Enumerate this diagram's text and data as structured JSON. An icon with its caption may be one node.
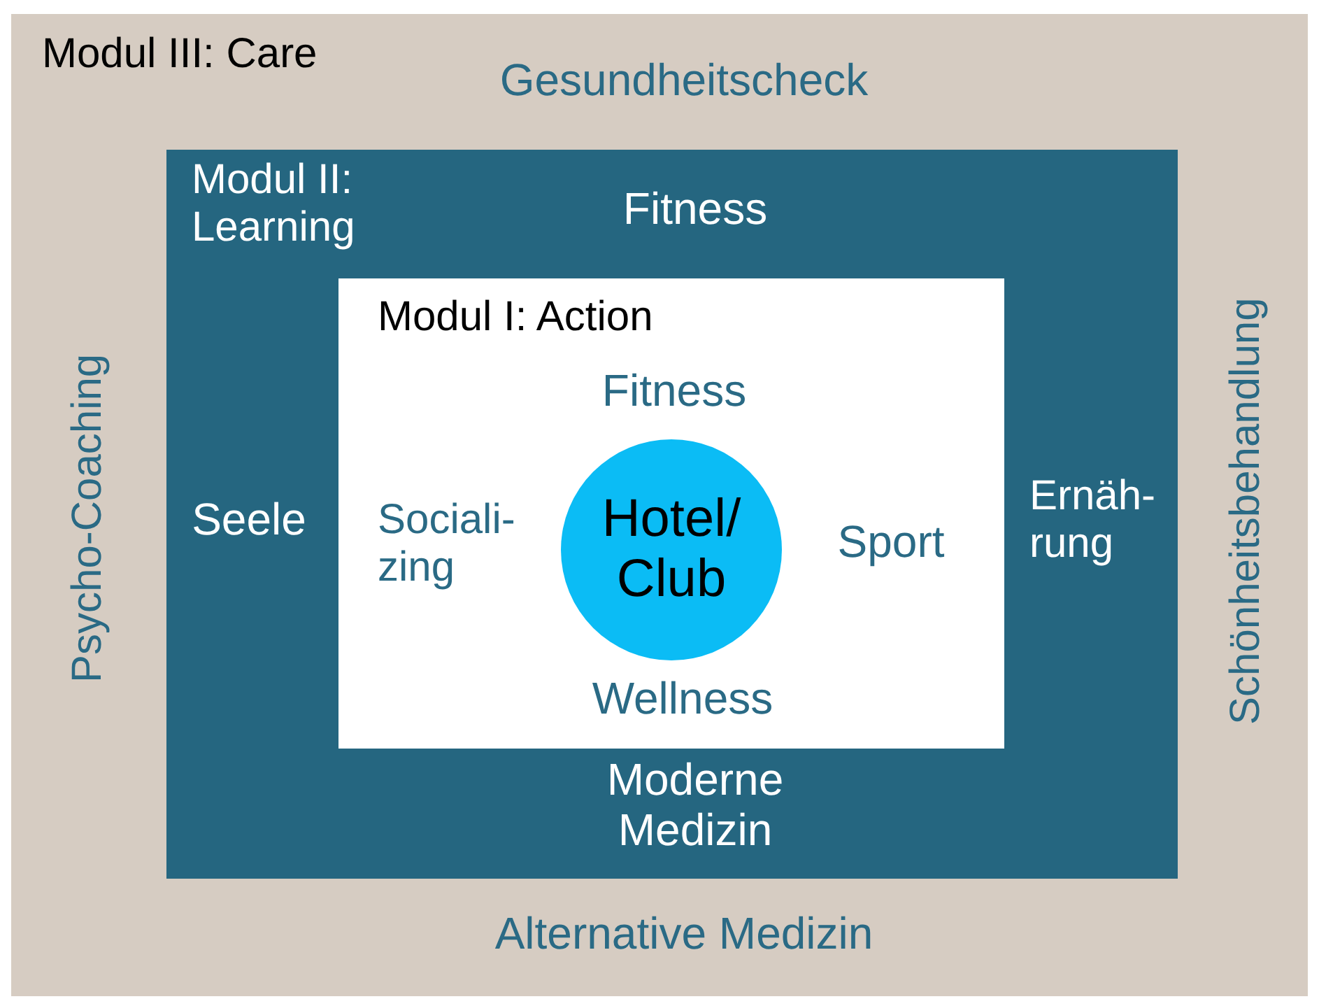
{
  "diagram": {
    "nodes": [
      {
        "text": [
          "Modul III: Care",
          "Gesundheitscheck",
          "Psycho-Coaching",
          "Schönheitsbehandlung",
          "Alternative Medizin"
        ]
      },
      {
        "text": [
          "Modul II: Learning",
          "Fitness",
          "Seele",
          "Ernäh- rung",
          "Moderne Medizin"
        ],
        "in": 0
      },
      {
        "text": [
          "Modul I: Action",
          "Fitness",
          "Sociali- zing",
          "Sport",
          "Wellness"
        ],
        "in": 1
      },
      {
        "text": [
          "Hotel/ Club"
        ],
        "in": 2
      }
    ],
    "edges": []
  }
}
